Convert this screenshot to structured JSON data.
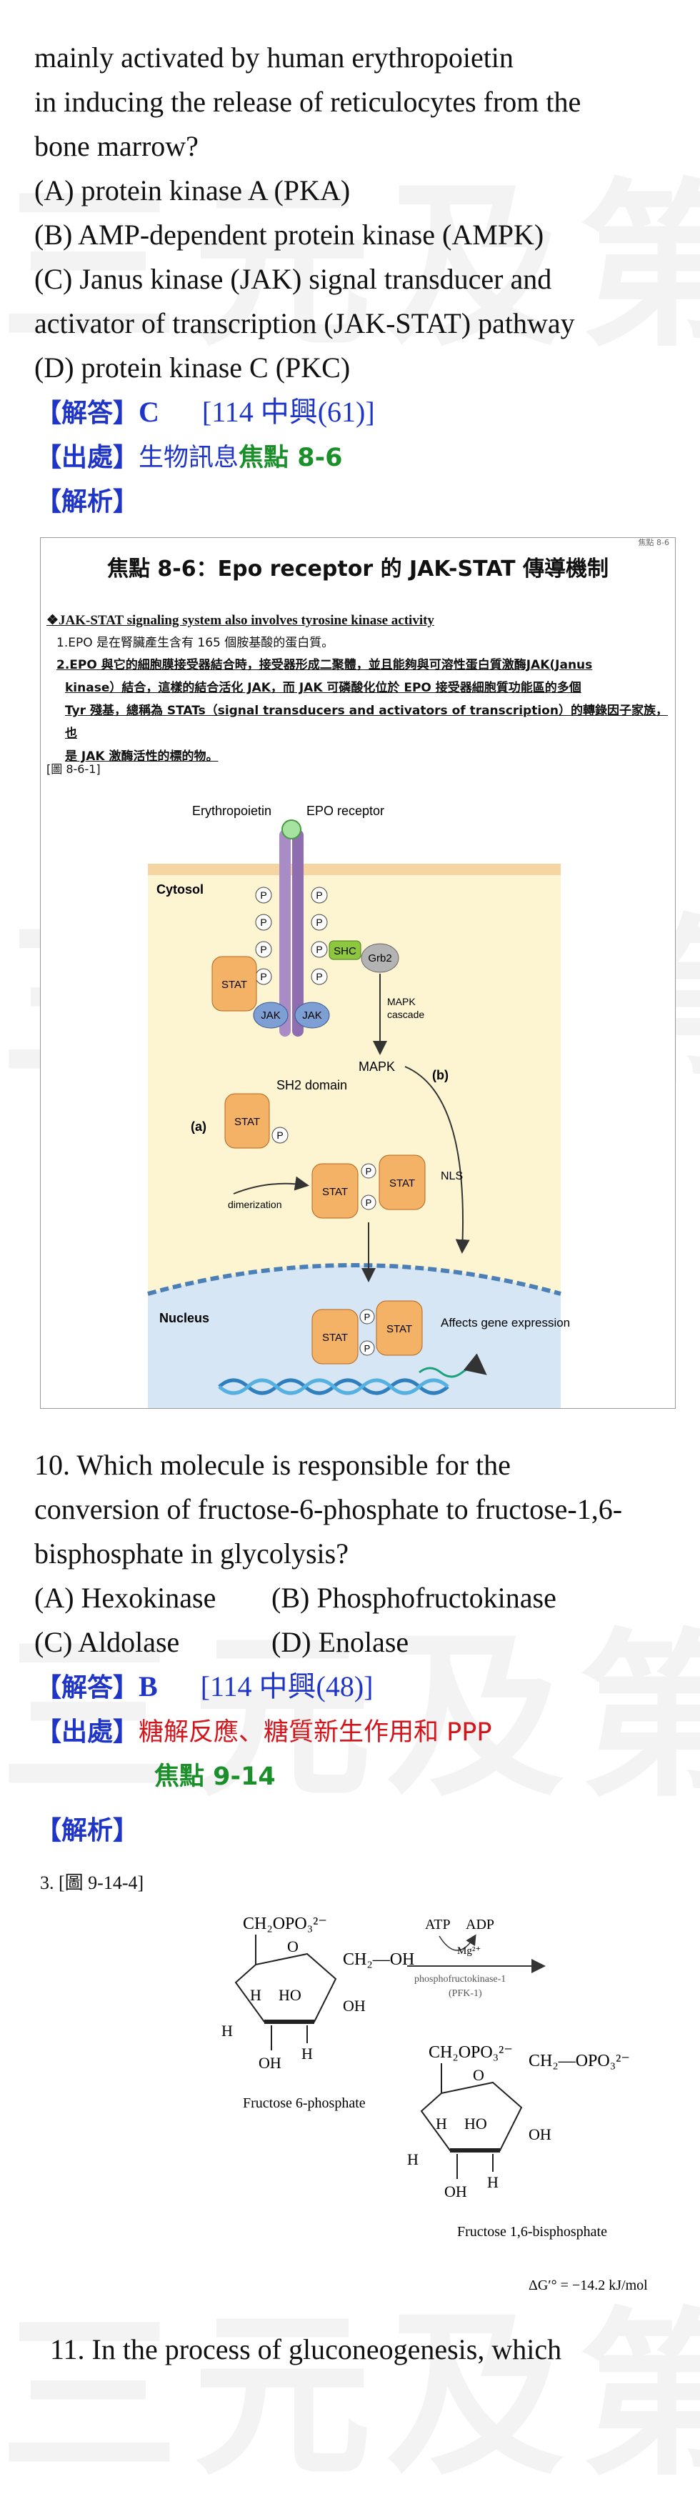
{
  "watermark": "三元及第",
  "q9": {
    "lines": [
      "mainly activated by human erythropoietin",
      "in inducing the release of reticulocytes from the",
      "bone marrow?",
      "(A) protein kinase A (PKA)",
      "(B) AMP-dependent protein kinase (AMPK)",
      "(C) Janus kinase (JAK) signal transducer and",
      "activator of transcription (JAK-STAT) pathway",
      "(D) protein kinase C (PKC)"
    ],
    "answer_tag": "【解答】",
    "answer": "C",
    "answer_ref": "[114 中興(61)]",
    "source_tag": "【出處】",
    "source_text": "生物訊息",
    "source_focus": "焦點 8-6",
    "explain_tag": "【解析】"
  },
  "figure1": {
    "corner": "焦點 8-6",
    "title": "焦點 8-6：Epo receptor 的 JAK-STAT 傳導機制",
    "heading": "❖JAK-STAT signaling system also involves tyrosine kinase activity",
    "point1": "1.EPO 是在腎臟產生含有 165 個胺基酸的蛋白質。",
    "point2_l1": "2.EPO 與它的細胞膜接受器結合時，接受器形成二聚體，並且能夠與可溶性蛋白質激酶JAK(Janus",
    "point2_l2": "kinase）結合，這樣的結合活化 JAK，而 JAK 可磷酸化位於 EPO 接受器細胞質功能區的多個",
    "point2_l3": "Tyr 殘基，總稱為 STATs（signal transducers and activators of transcription）的轉錄因子家族，也",
    "point2_l4": "是 JAK 激酶活性的標的物。",
    "fig_label": "[圖 8-6-1]",
    "labels": {
      "erythropoietin": "Erythropoietin",
      "epo_receptor": "EPO receptor",
      "cytosol": "Cytosol",
      "p": "P",
      "shc": "SHC",
      "grb2": "Grb2",
      "stat": "STAT",
      "jak": "JAK",
      "mapk_cascade_1": "MAPK",
      "mapk_cascade_2": "cascade",
      "mapk": "MAPK",
      "b": "(b)",
      "a": "(a)",
      "sh2": "SH2 domain",
      "nls": "NLS",
      "dimerization": "dimerization",
      "nucleus": "Nucleus",
      "affects": "Affects gene expression"
    }
  },
  "q10": {
    "lines": [
      "10. Which molecule is responsible for the",
      "conversion of fructose-6-phosphate to fructose-1,6-",
      "bisphosphate in glycolysis?"
    ],
    "opt_a": "(A) Hexokinase",
    "opt_b": "(B) Phosphofructokinase",
    "opt_c": "(C) Aldolase",
    "opt_d": "(D) Enolase",
    "answer_tag": "【解答】",
    "answer": "B",
    "answer_ref": "[114 中興(48)]",
    "source_tag": "【出處】",
    "source_text": "糖解反應、糖質新生作用和 PPP",
    "source_focus": "焦點 9-14",
    "explain_tag": "【解析】"
  },
  "figure2": {
    "label": "3.  [圖 9-14-4]",
    "f6p_group": "CH₂OPO₃²⁻",
    "ch2oh": "CH₂—OH",
    "h": "H",
    "ho": "HO",
    "oh": "OH",
    "o": "O",
    "atp": "ATP",
    "adp": "ADP",
    "mg": "Mg²⁺",
    "enzyme": "phosphofructokinase-1",
    "enzyme_abbr": "(PFK-1)",
    "f6p_name": "Fructose 6-phosphate",
    "fbp_group_left": "CH₂OPO₃²⁻",
    "fbp_group_right": "CH₂—OPO₃²⁻",
    "fbp_name": "Fructose 1,6-bisphosphate",
    "dg": "ΔG′° = −14.2 kJ/mol"
  },
  "q11": {
    "line": "11. In the process of gluconeogenesis, which"
  }
}
